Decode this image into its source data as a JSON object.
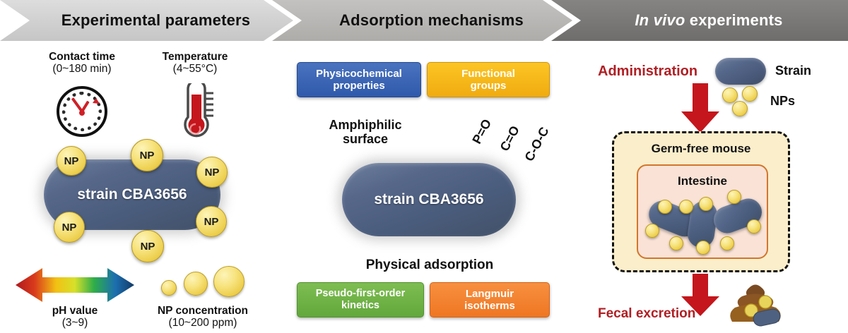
{
  "header": {
    "steps": [
      {
        "label": "Experimental parameters",
        "color": "#d2d2d2"
      },
      {
        "label": "Adsorption mechanisms",
        "color": "#bab8b6"
      },
      {
        "label_italic": "In vivo",
        "label_rest": "experiments",
        "color": "#7c7a78"
      }
    ]
  },
  "left_panel": {
    "contact_time": {
      "title": "Contact time",
      "range": "(0~180 min)",
      "icon": "clock-icon"
    },
    "temperature": {
      "title": "Temperature",
      "range": "(4~55°C)",
      "icon": "thermometer-icon"
    },
    "cell_label": "strain CBA3656",
    "np_label": "NP",
    "np_count": 6,
    "ph": {
      "title": "pH value",
      "range": "(3~9)",
      "icon": "ph-gradient-arrow-icon"
    },
    "np_conc": {
      "title": "NP concentration",
      "range": "(10~200 ppm)",
      "icon": "np-size-series-icon"
    }
  },
  "middle_panel": {
    "top_tags": [
      {
        "line1": "Physicochemical",
        "line2": "properties",
        "color": "#2f59ab"
      },
      {
        "line1": "Functional",
        "line2": "groups",
        "color": "#f0ab10"
      }
    ],
    "surface_label": {
      "line1": "Amphiphilic",
      "line2": "surface"
    },
    "functional_groups": [
      "P=O",
      "C=O",
      "C-O-C"
    ],
    "cell_label": "strain CBA3656",
    "adsorption_label": "Physical adsorption",
    "bottom_tags": [
      {
        "line1": "Pseudo-first-order",
        "line2": "kinetics",
        "color": "#62a83c"
      },
      {
        "line1": "Langmuir",
        "line2": "isotherms",
        "color": "#ef7622"
      }
    ]
  },
  "right_panel": {
    "administration_label": "Administration",
    "legend": [
      {
        "label": "Strain",
        "icon": "strain-capsule-icon"
      },
      {
        "label": "NPs",
        "icon": "np-dots-icon"
      }
    ],
    "mouse_box_title": "Germ-free mouse",
    "intestine_title": "Intestine",
    "excretion_label": "Fecal excretion",
    "feces_icon": "feces-icon"
  },
  "colors": {
    "cell": "#4f6180",
    "np": "#f3dd72",
    "red": "#c4161c",
    "dark_red": "#b01f24",
    "cream": "#fbeecb",
    "intestine": "#fae2d6"
  }
}
